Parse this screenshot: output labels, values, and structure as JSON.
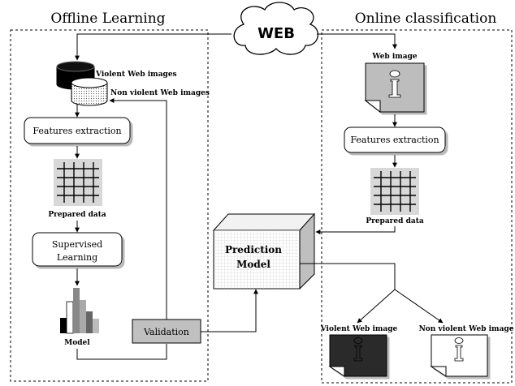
{
  "sections": {
    "offline_title": "Offline Learning",
    "online_title": "Online classification"
  },
  "web_cloud": {
    "label": "WEB"
  },
  "offline": {
    "db_violent_label": "Violent Web images",
    "db_nonviolent_label": "Non violent Web images",
    "features_extraction": "Features extraction",
    "prepared_data": "Prepared data",
    "supervised_learning_line1": "Supervised",
    "supervised_learning_line2": "Learning",
    "model_label": "Model",
    "validation": "Validation"
  },
  "prediction_model": {
    "line1": "Prediction",
    "line2": "Model"
  },
  "online": {
    "web_image_label": "Web image",
    "features_extraction": "Features extraction",
    "prepared_data": "Prepared data",
    "violent_output": "Violent Web image",
    "nonviolent_output": "Non violent Web image"
  }
}
